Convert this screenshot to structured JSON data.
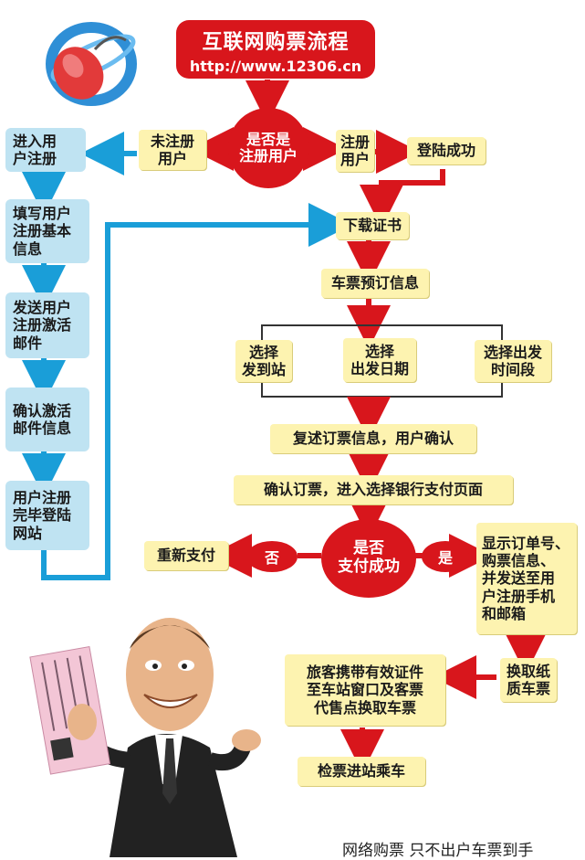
{
  "title": {
    "main": "互联网购票流程",
    "url": "http://www.12306.cn"
  },
  "decision_registered": "是否是\n注册用户",
  "not_registered": "未注册\n用户",
  "registered": "注册\n用户",
  "login_success": "登陆成功",
  "reg_steps": [
    "进入用\n户注册",
    "填写用户\n注册基本\n信息",
    "发送用户\n注册激活\n邮件",
    "确认激活\n邮件信息",
    "用户注册\n完毕登陆\n网站"
  ],
  "download_cert": "下载证书",
  "booking_info": "车票预订信息",
  "options": [
    "选择\n发到站",
    "选择\n出发日期",
    "选择出发\n时间段"
  ],
  "recap": "复述订票信息，用户确认",
  "confirm_order": "确认订票，进入选择银行支付页面",
  "decision_paid": "是否\n支付成功",
  "no_label": "否",
  "yes_label": "是",
  "repay": "重新支付",
  "show_order": "显示订单号、\n购票信息、\n并发送至用\n户注册手机\n和邮箱",
  "exchange": "换取纸\n质车票",
  "bring_id": "旅客携带有效证件\n至车站窗口及客票\n代售点换取车票",
  "board": "检票进站乘车",
  "caption": "网络购票  只不出户车票到手",
  "colors": {
    "red": "#d8161c",
    "blue": "#1a9ed8",
    "yellow": "#fdf3b0",
    "lightblue": "#bfe3f2"
  }
}
